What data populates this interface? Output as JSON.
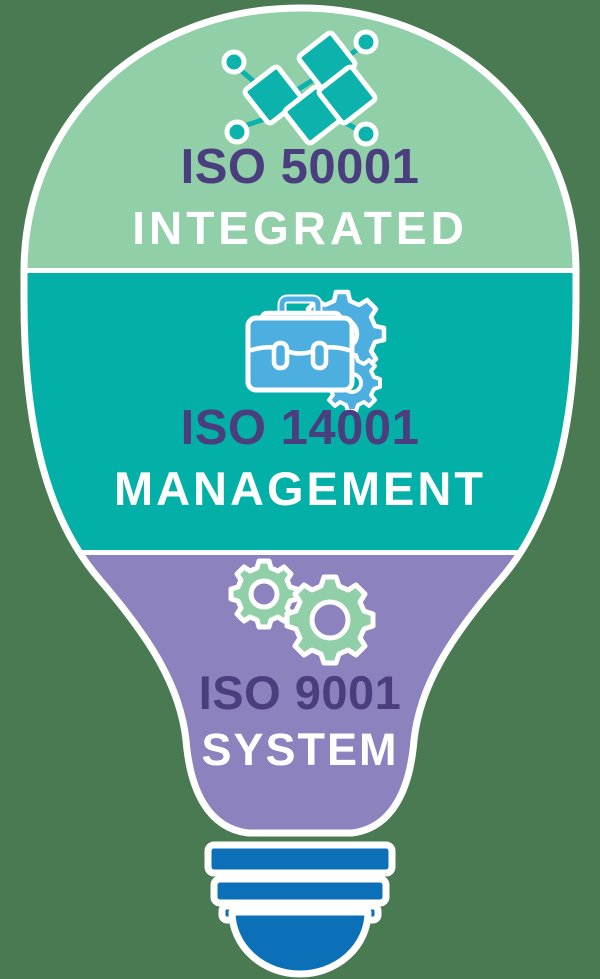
{
  "graphic": {
    "title": "ISO Integrated Management System",
    "shape": "lightbulb",
    "background_color": "#4a7a52",
    "outline_color": "#ffffff"
  },
  "bands": [
    {
      "id": "band-integrated",
      "standard": "ISO 50001",
      "label": "INTEGRATED",
      "fill_color": "#90cfa8",
      "standard_color": "#4b3e7e",
      "label_color": "#ffffff",
      "icon_name": "network-nodes-icon",
      "icon_color": "#0bb3ac"
    },
    {
      "id": "band-management",
      "standard": "ISO 14001",
      "label": "MANAGEMENT",
      "fill_color": "#03b0a8",
      "standard_color": "#4b3e7e",
      "label_color": "#ffffff",
      "icon_name": "briefcase-gears-icon",
      "icon_color": "#4daee0"
    },
    {
      "id": "band-system",
      "standard": "ISO 9001",
      "label": "SYSTEM",
      "fill_color": "#8b82be",
      "standard_color": "#4b3e7e",
      "label_color": "#ffffff",
      "icon_name": "two-gears-icon",
      "icon_color": "#90cfa8"
    }
  ],
  "base": {
    "name": "bulb-screw-base",
    "color": "#0b70b8",
    "ring_count": 3,
    "has_rounded_tip": true
  }
}
